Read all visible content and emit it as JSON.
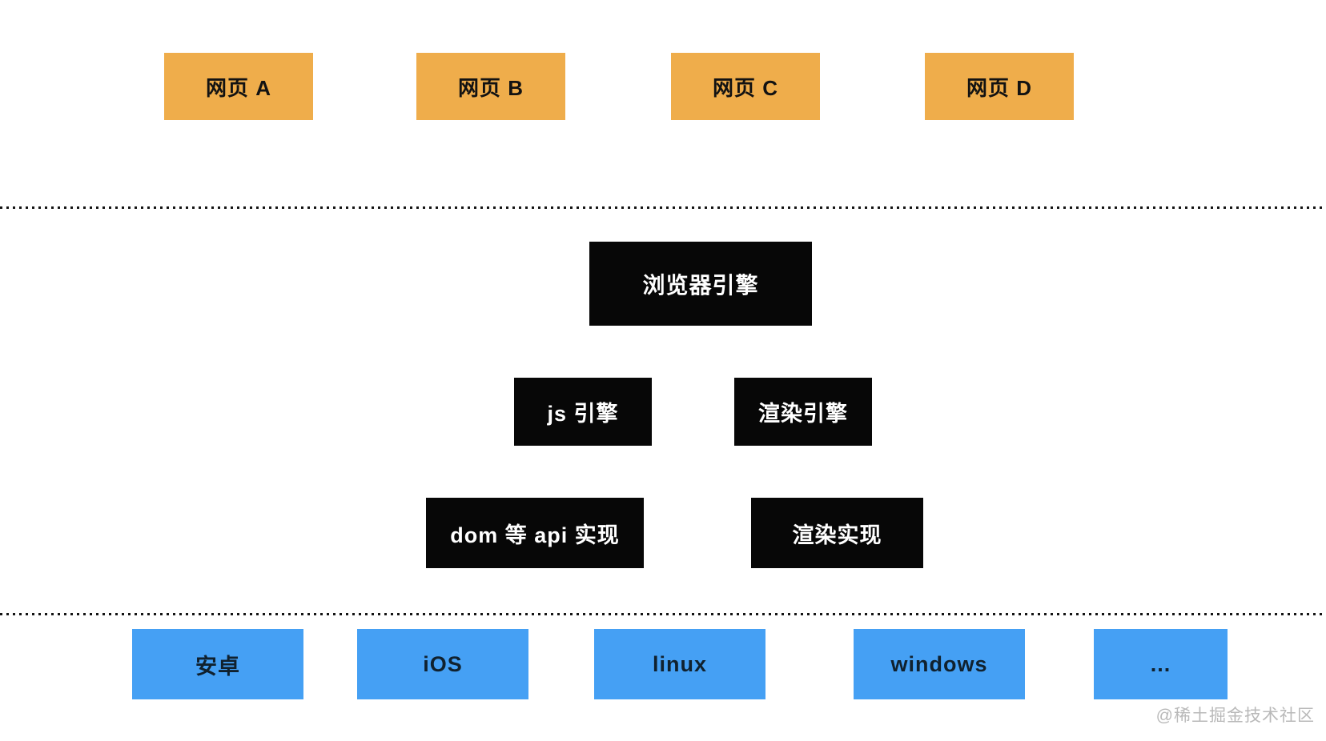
{
  "colors": {
    "background": "#ffffff",
    "webpage_box": "#efad4b",
    "engine_box": "#070707",
    "os_box": "#45a0f4",
    "dotted_line": "#141414",
    "watermark_text": "#b9b9b9"
  },
  "diagram": {
    "webpages": [
      {
        "label": "网页 A"
      },
      {
        "label": "网页 B"
      },
      {
        "label": "网页 C"
      },
      {
        "label": "网页 D"
      }
    ],
    "browser_engine": {
      "label": "浏览器引擎"
    },
    "engines": [
      {
        "label": "js 引擎"
      },
      {
        "label": "渲染引擎"
      }
    ],
    "implementations": [
      {
        "label": "dom 等 api 实现"
      },
      {
        "label": "渲染实现"
      }
    ],
    "os_list": [
      {
        "label": "安卓"
      },
      {
        "label": "iOS"
      },
      {
        "label": "linux"
      },
      {
        "label": "windows"
      },
      {
        "label": "..."
      }
    ]
  },
  "watermark": {
    "text": "@稀土掘金技术社区"
  }
}
